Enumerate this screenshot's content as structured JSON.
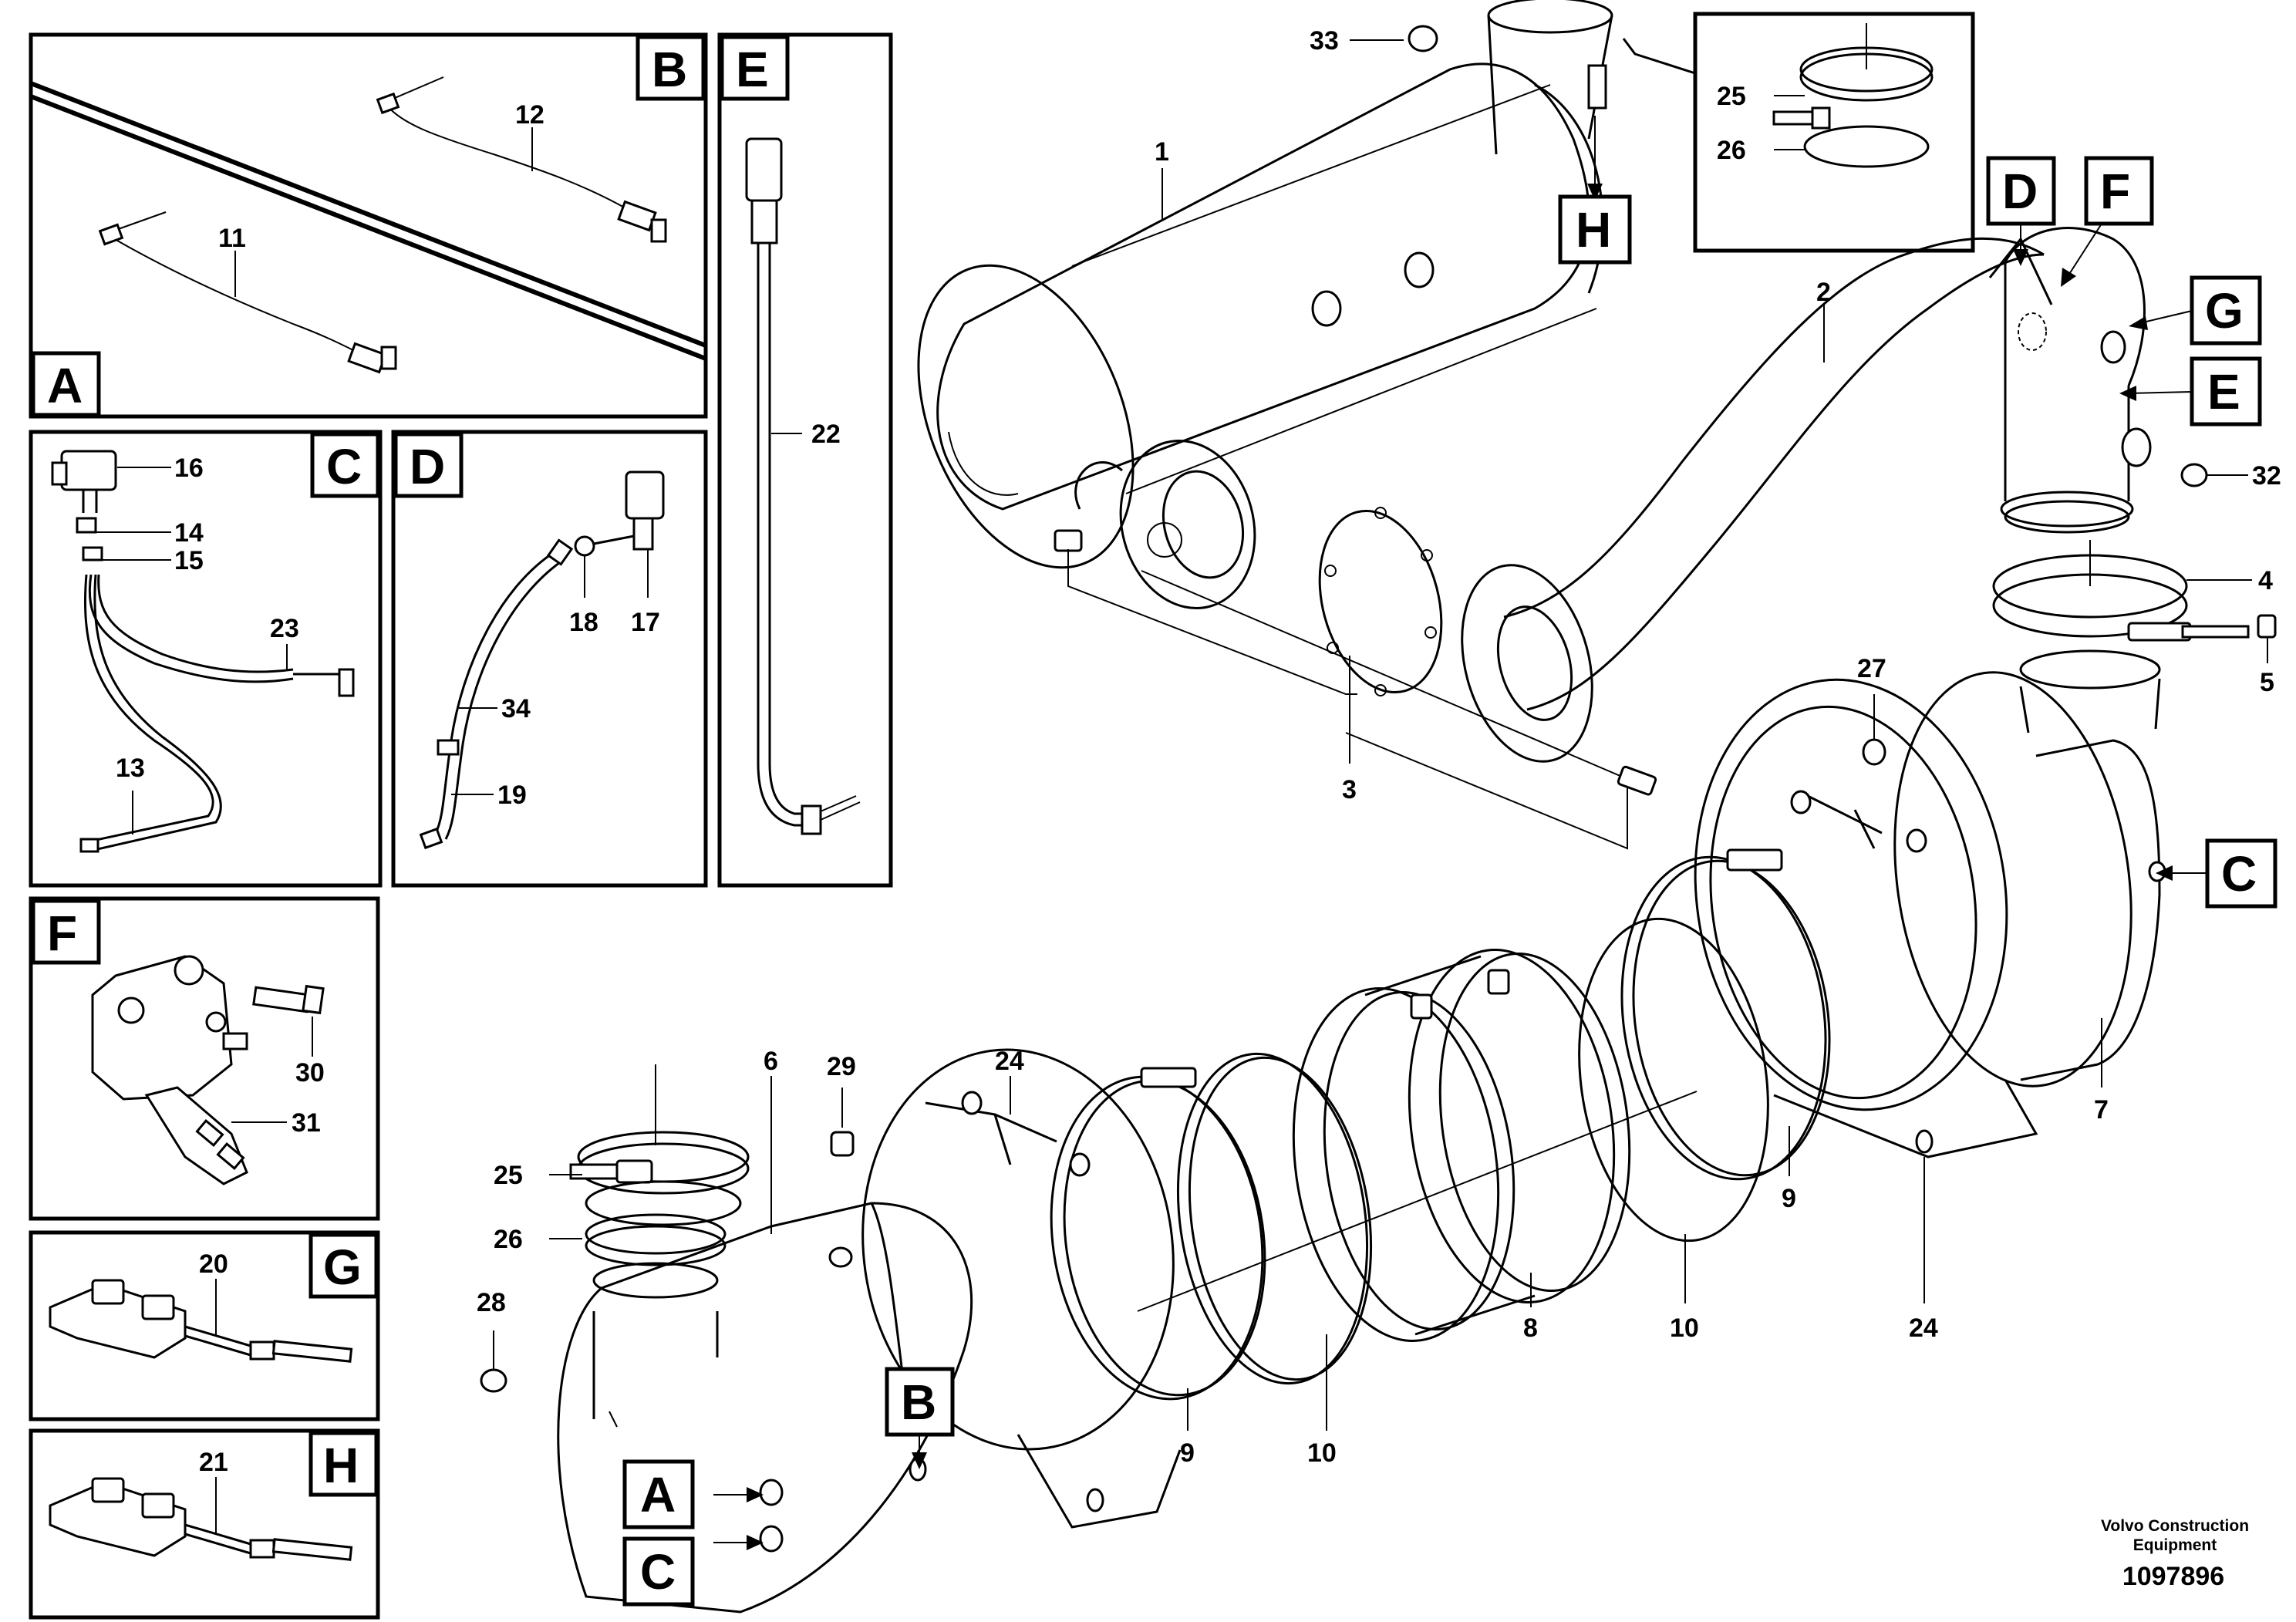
{
  "callouts": {
    "c1": "1",
    "c2": "2",
    "c3": "3",
    "c4": "4",
    "c5": "5",
    "c6": "6",
    "c7": "7",
    "c8": "8",
    "c9a": "9",
    "c9b": "9",
    "c10a": "10",
    "c10b": "10",
    "c11": "11",
    "c12": "12",
    "c13": "13",
    "c14": "14",
    "c15": "15",
    "c16": "16",
    "c17": "17",
    "c18": "18",
    "c19": "19",
    "c20": "20",
    "c21": "21",
    "c22": "22",
    "c23": "23",
    "c24a": "24",
    "c24b": "24",
    "c25a": "25",
    "c25b": "25",
    "c26a": "26",
    "c26b": "26",
    "c27": "27",
    "c28": "28",
    "c29": "29",
    "c30": "30",
    "c31": "31",
    "c32": "32",
    "c33": "33",
    "c34": "34"
  },
  "letters": {
    "A": "A",
    "B": "B",
    "C": "C",
    "D": "D",
    "E": "E",
    "F": "F",
    "G": "G",
    "H": "H"
  },
  "credit": {
    "line1": "Volvo Construction",
    "line2": "Equipment",
    "drawing_number": "1097896"
  }
}
